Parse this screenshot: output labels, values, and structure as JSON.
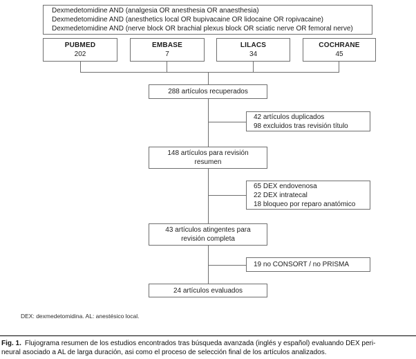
{
  "figure": {
    "search_strategy": {
      "lines": [
        "Dexmedetomidine AND (analgesia OR anesthesia OR anaesthesia)",
        "Dexmedetomidine AND (anesthetics local OR bupivacaine OR lidocaine OR ropivacaine)",
        "Dexmedetomidine AND (nerve block OR brachial plexus block OR sciatic nerve OR femoral nerve)"
      ]
    },
    "databases": [
      {
        "name": "PUBMED",
        "count": "202"
      },
      {
        "name": "EMBASE",
        "count": "7"
      },
      {
        "name": "LILACS",
        "count": "34"
      },
      {
        "name": "COCHRANE",
        "count": "45"
      }
    ],
    "flow_boxes": {
      "retrieved": {
        "lines": [
          "288 artículos recuperados"
        ]
      },
      "title_excluded": {
        "lines": [
          "42 artículos duplicados",
          "98 excluidos tras revisión título"
        ]
      },
      "abstract_review": {
        "lines": [
          "148 artículos para revisión",
          "resumen"
        ]
      },
      "abstract_excluded": {
        "lines": [
          "65 DEX endovenosa",
          "22 DEX intratecal",
          "18 bloqueo por reparo anatómico"
        ]
      },
      "full_text_review": {
        "lines": [
          "43 artículos atingentes para",
          "revisión completa"
        ]
      },
      "reporting_excluded": {
        "lines": [
          "19 no CONSORT / no PRISMA"
        ]
      },
      "evaluated": {
        "lines": [
          "24 artículos evaluados"
        ]
      }
    },
    "footnote": "DEX: dexmedetomidina. AL: anestésico local."
  },
  "caption": {
    "label": "Fig. 1.",
    "line1": "Flujograma resumen de los estudios encontrados tras búsqueda avanzada (inglés y español) evaluando DEX peri-",
    "line2": "neural asociado a AL de larga duración, asi como el proceso de selección final de los artículos analizados."
  },
  "colors": {
    "background": "#ffffff",
    "box_border": "#6e6e6e",
    "connector_line": "#6e6e6e",
    "text": "#1c1c1c",
    "caption_rule": "#000000"
  }
}
